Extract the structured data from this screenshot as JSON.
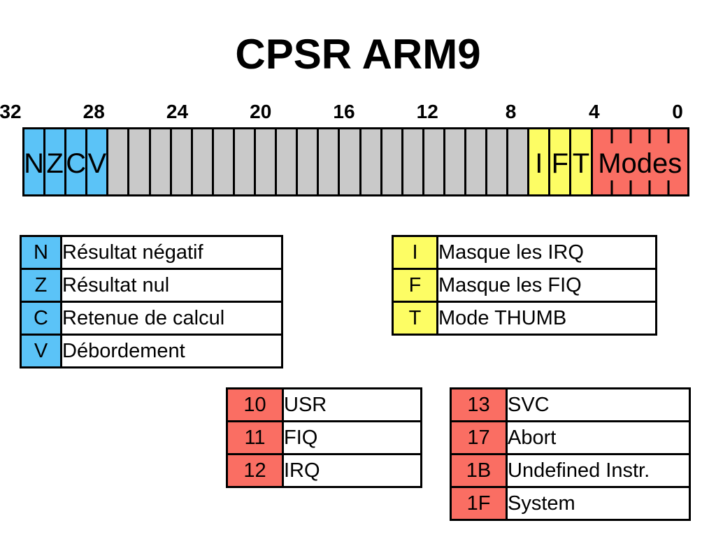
{
  "title": "CPSR ARM9",
  "colors": {
    "background": "#FFFFFF",
    "border": "#000000",
    "flag_blue": "#5BC3F7",
    "mask_yellow": "#FDFD64",
    "mode_red": "#FA6E63",
    "reserved_gray": "#C9C9C9"
  },
  "register": {
    "bit_labels": [
      "32",
      "28",
      "24",
      "20",
      "16",
      "12",
      "8",
      "4",
      "0"
    ],
    "fields": [
      {
        "label": "N",
        "color": "flag_blue",
        "span": 1
      },
      {
        "label": "Z",
        "color": "flag_blue",
        "span": 1
      },
      {
        "label": "C",
        "color": "flag_blue",
        "span": 1
      },
      {
        "label": "V",
        "color": "flag_blue",
        "span": 1
      },
      {
        "label": "",
        "color": "reserved_gray",
        "span": 20,
        "subdivided": true
      },
      {
        "label": "I",
        "color": "mask_yellow",
        "span": 1
      },
      {
        "label": "F",
        "color": "mask_yellow",
        "span": 1
      },
      {
        "label": "T",
        "color": "mask_yellow",
        "span": 1
      },
      {
        "label": "Modes",
        "color": "mode_red",
        "span": 5,
        "ticks": true
      }
    ]
  },
  "tables": {
    "condition_flags": {
      "rows": [
        {
          "key": "N",
          "desc": "Résultat négatif"
        },
        {
          "key": "Z",
          "desc": "Résultat nul"
        },
        {
          "key": "C",
          "desc": "Retenue de calcul"
        },
        {
          "key": "V",
          "desc": "Débordement"
        }
      ]
    },
    "interrupt_flags": {
      "rows": [
        {
          "key": "I",
          "desc": "Masque les IRQ"
        },
        {
          "key": "F",
          "desc": "Masque les FIQ"
        },
        {
          "key": "T",
          "desc": "Mode THUMB"
        }
      ]
    },
    "modes_left": {
      "rows": [
        {
          "key": "10",
          "desc": "USR"
        },
        {
          "key": "11",
          "desc": "FIQ"
        },
        {
          "key": "12",
          "desc": "IRQ"
        }
      ]
    },
    "modes_right": {
      "rows": [
        {
          "key": "13",
          "desc": "SVC"
        },
        {
          "key": "17",
          "desc": "Abort"
        },
        {
          "key": "1B",
          "desc": "Undefined Instr."
        },
        {
          "key": "1F",
          "desc": "System"
        }
      ]
    }
  }
}
